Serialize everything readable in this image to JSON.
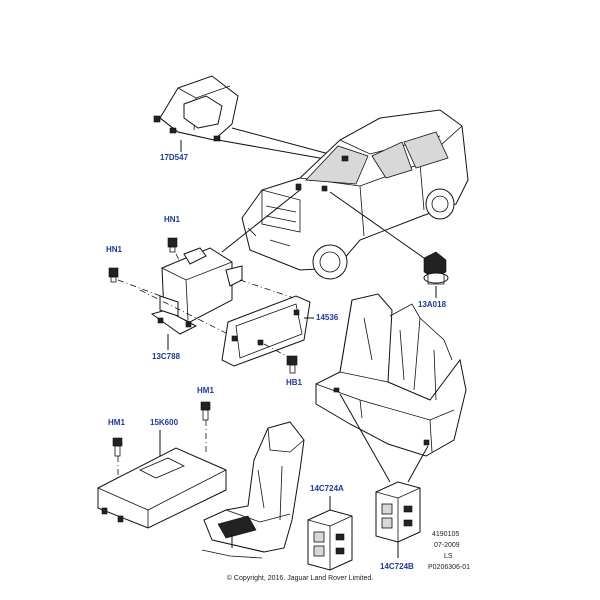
{
  "parts": {
    "p17D547": "17D547",
    "p13A018": "13A018",
    "pHN1_top": "HN1",
    "pHN1_left": "HN1",
    "p14536": "14536",
    "p13C788": "13C788",
    "pHB1": "HB1",
    "pHM1_upper": "HM1",
    "pHM1_left": "HM1",
    "p15K600": "15K600",
    "p14C724A": "14C724A",
    "p14C724B": "14C724B"
  },
  "meta": {
    "line1": "4190105",
    "line2": "07-2009",
    "line3": "LS",
    "line4": "P0206306-01"
  },
  "copyright": "© Copyright, 2016. Jaguar Land Rover Limited.",
  "colors": {
    "label": "#1a3aa6",
    "line": "#111111"
  }
}
